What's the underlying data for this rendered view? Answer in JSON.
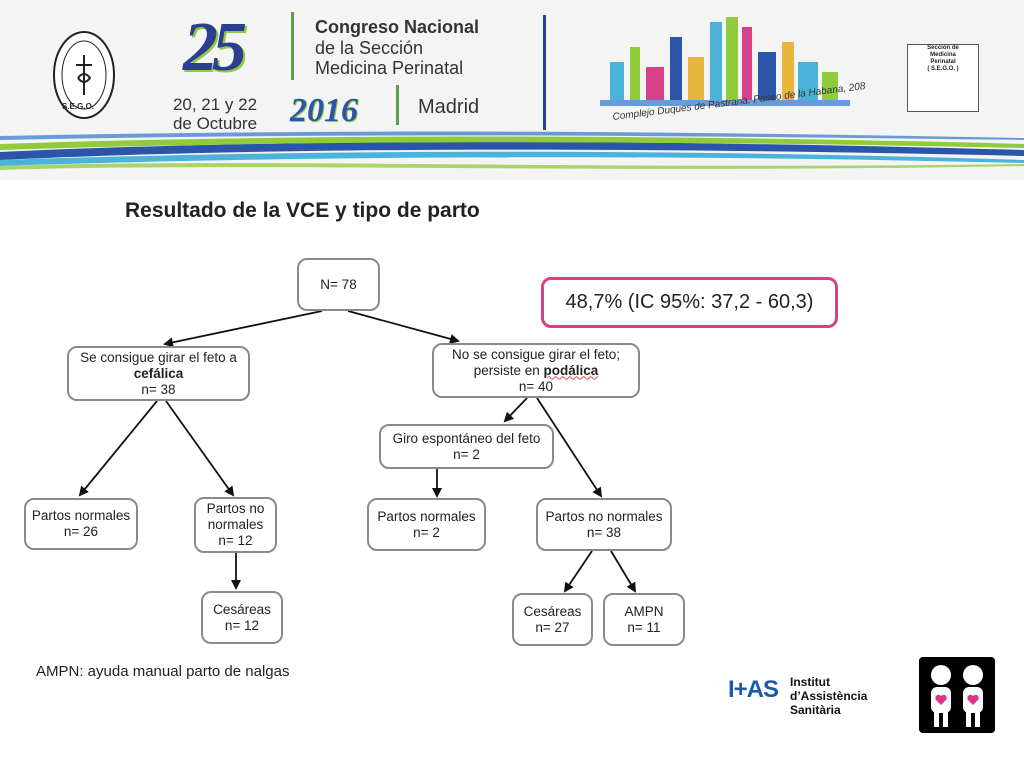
{
  "header": {
    "edition": "25",
    "congress_line1": "Congreso Nacional",
    "congress_line2": "de la Sección",
    "congress_line3": "Medicina Perinatal",
    "dates_line1": "20, 21 y 22",
    "dates_line2": "de Octubre",
    "year": "2016",
    "city": "Madrid",
    "venue": "Complejo Duques de Pastrana. Paseo de la Habana, 208",
    "sego_seal_text": "S.E.G.O.",
    "perinatal_logo_lines": [
      "Sección de",
      "Medicina",
      "Perinatal",
      "( S.E.G.O. )"
    ]
  },
  "title": "Resultado de la VCE y tipo de parto",
  "ci_box": "48,7% (IC 95%: 37,2 - 60,3)",
  "tree": {
    "root": "N= 78",
    "cephalic": {
      "line1": "Se consigue girar el feto a",
      "line2": "cefálica",
      "line3": "n= 38"
    },
    "breech": {
      "line1": "No se consigue girar el feto;",
      "line2a": "persiste en ",
      "line2b": "podálica",
      "line3": "n= 40"
    },
    "ceph_normal": {
      "line1": "Partos normales",
      "line2": "n= 26"
    },
    "ceph_abnormal": {
      "line1": "Partos no",
      "line2": "normales",
      "line3": "n= 12"
    },
    "ceph_cesareans": {
      "line1": "Cesáreas",
      "line2": "n= 12"
    },
    "spontaneous": {
      "line1": "Giro espontáneo del feto",
      "line2": "n= 2"
    },
    "spont_normal": {
      "line1": "Partos normales",
      "line2": "n= 2"
    },
    "breech_abnormal": {
      "line1": "Partos no normales",
      "line2": "n= 38"
    },
    "breech_cesareans": {
      "line1": "Cesáreas",
      "line2": "n= 27"
    },
    "ampn": {
      "line1": "AMPN",
      "line2": "n= 11"
    }
  },
  "footnote": "AMPN: ayuda manual parto de nalgas",
  "ias": {
    "mark": "I+AS",
    "line1": "Institut",
    "line2": "d’Assistència",
    "line3": "Sanitària"
  },
  "colors": {
    "ci_border": "#d6418a",
    "node_border": "#8a8a8a",
    "banner_blue": "#2b3e8f",
    "banner_green": "#8fcb3a"
  }
}
